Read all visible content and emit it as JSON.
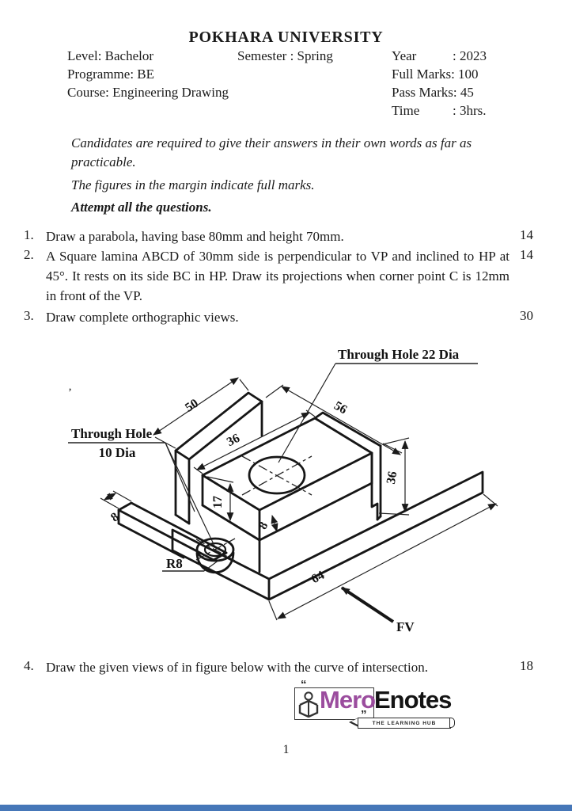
{
  "header": {
    "university": "POKHARA UNIVERSITY",
    "level": "Level:  Bachelor",
    "semester": "Semester : Spring",
    "year_label": "Year",
    "year_value": ":  2023",
    "programme": "Programme: BE",
    "full_marks": "Full Marks: 100",
    "course": "Course: Engineering Drawing",
    "pass_marks": "Pass Marks: 45",
    "time_label": "Time",
    "time_value": ":  3hrs."
  },
  "instructions": {
    "line1": "Candidates are required to give their answers in their own words as far as practicable.",
    "line2": "The figures in the margin indicate full marks.",
    "line3": "Attempt all the questions."
  },
  "questions": [
    {
      "no": "1.",
      "text": "Draw a parabola, having base  80mm and height 70mm.",
      "marks": "14"
    },
    {
      "no": "2.",
      "text": "A Square lamina ABCD of 30mm side is perpendicular to VP and inclined to HP at 45°. It rests on its side BC in HP. Draw its projections when corner point C is 12mm in front of the VP.",
      "marks": "14"
    },
    {
      "no": "3.",
      "text": "Draw complete orthographic views.",
      "marks": "30"
    },
    {
      "no": "4.",
      "text": "Draw the given views of in figure below with the curve of intersection.",
      "marks": "18"
    }
  ],
  "figure": {
    "labels": {
      "hole22": "Through Hole 22 Dia",
      "hole10_line1": "Through Hole",
      "hole10_line2": "10 Dia",
      "r8": "R8",
      "fv": "FV",
      "tick": "’"
    },
    "dims": {
      "d50": "50",
      "d56": "56",
      "d36_top": "36",
      "d36_right": "36",
      "d17": "17",
      "d8_left": "8",
      "d8_mid": "8",
      "d64": "64"
    }
  },
  "logo": {
    "mero": "Mero",
    "enotes": "Enotes",
    "tagline": "THE LEARNING HUB",
    "quote_open": "“",
    "quote_close": "”",
    "mero_color": "#9b4d9e"
  },
  "footer": {
    "page_number": "1",
    "bar_color": "#4677b8"
  }
}
